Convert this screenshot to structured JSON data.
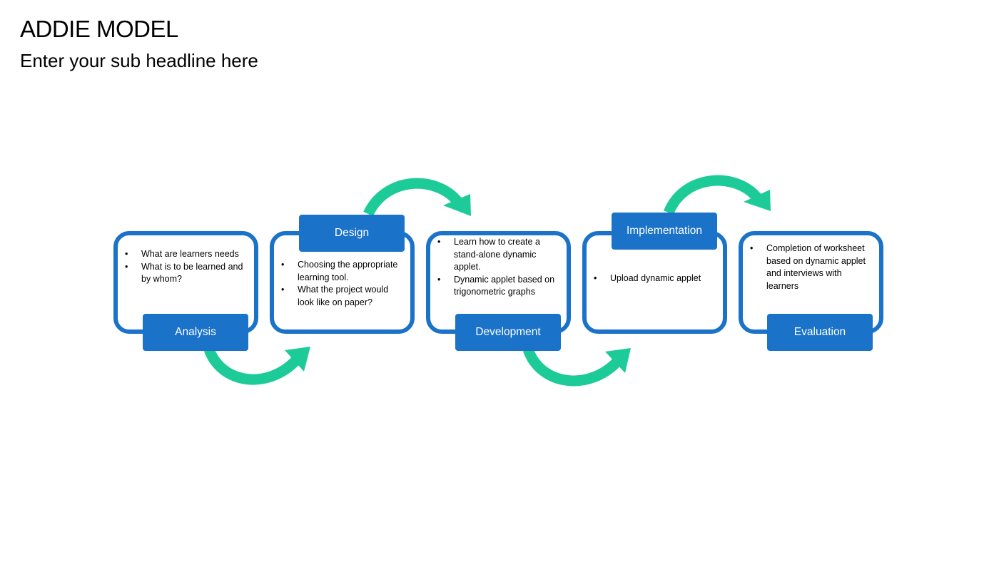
{
  "title": "ADDIE MODEL",
  "subtitle": "Enter your sub headline here",
  "colors": {
    "box_border": "#1a72c9",
    "label_fill": "#1a72c9",
    "arrow": "#1dcb98"
  },
  "stages": [
    {
      "label": "Analysis",
      "bullets": [
        "What are learners needs",
        "What is to be learned and by whom?"
      ]
    },
    {
      "label": "Design",
      "bullets": [
        "Choosing the appropriate learning tool.",
        "What the project would look like on paper?"
      ]
    },
    {
      "label": "Development",
      "bullets": [
        "Learn how to create a stand-alone dynamic applet.",
        "Dynamic applet based on trigonometric graphs"
      ]
    },
    {
      "label": "Implementation",
      "bullets": [
        "Upload dynamic applet"
      ]
    },
    {
      "label": "Evaluation",
      "bullets": [
        "Completion of worksheet based on dynamic applet and interviews with learners"
      ]
    }
  ]
}
